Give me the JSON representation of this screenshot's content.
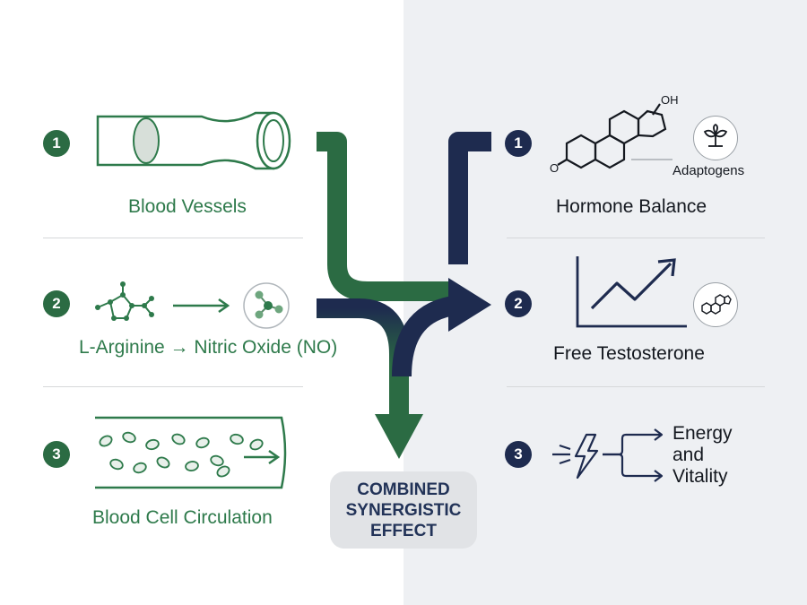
{
  "left_panel": {
    "items": [
      {
        "number": "1",
        "label": "Blood Vessels",
        "icon": "blood-vessel-icon"
      },
      {
        "number": "2",
        "label": "L-Arginine → Nitric Oxide (NO)",
        "icon": "molecule-conversion-icon"
      },
      {
        "number": "3",
        "label": "Blood Cell Circulation",
        "icon": "blood-cell-flow-icon"
      }
    ]
  },
  "right_panel": {
    "items": [
      {
        "number": "1",
        "label": "Hormone Balance",
        "icon": "steroid-molecule-icon",
        "sublabel": "Adaptogens",
        "molecule_label": "OH",
        "molecule_o": "O"
      },
      {
        "number": "2",
        "label": "Free Testosterone",
        "icon": "rising-chart-icon"
      },
      {
        "number": "3",
        "label": "Energy\nand\nVitality",
        "icon": "lightning-bolt-icon"
      }
    ]
  },
  "center": {
    "combined_label": "COMBINED\nSYNERGISTIC\nEFFECT"
  },
  "colors": {
    "green": "#2b6b43",
    "green_text": "#2e7a4b",
    "navy": "#1e2b4f",
    "right_bg": "#eef0f3"
  }
}
